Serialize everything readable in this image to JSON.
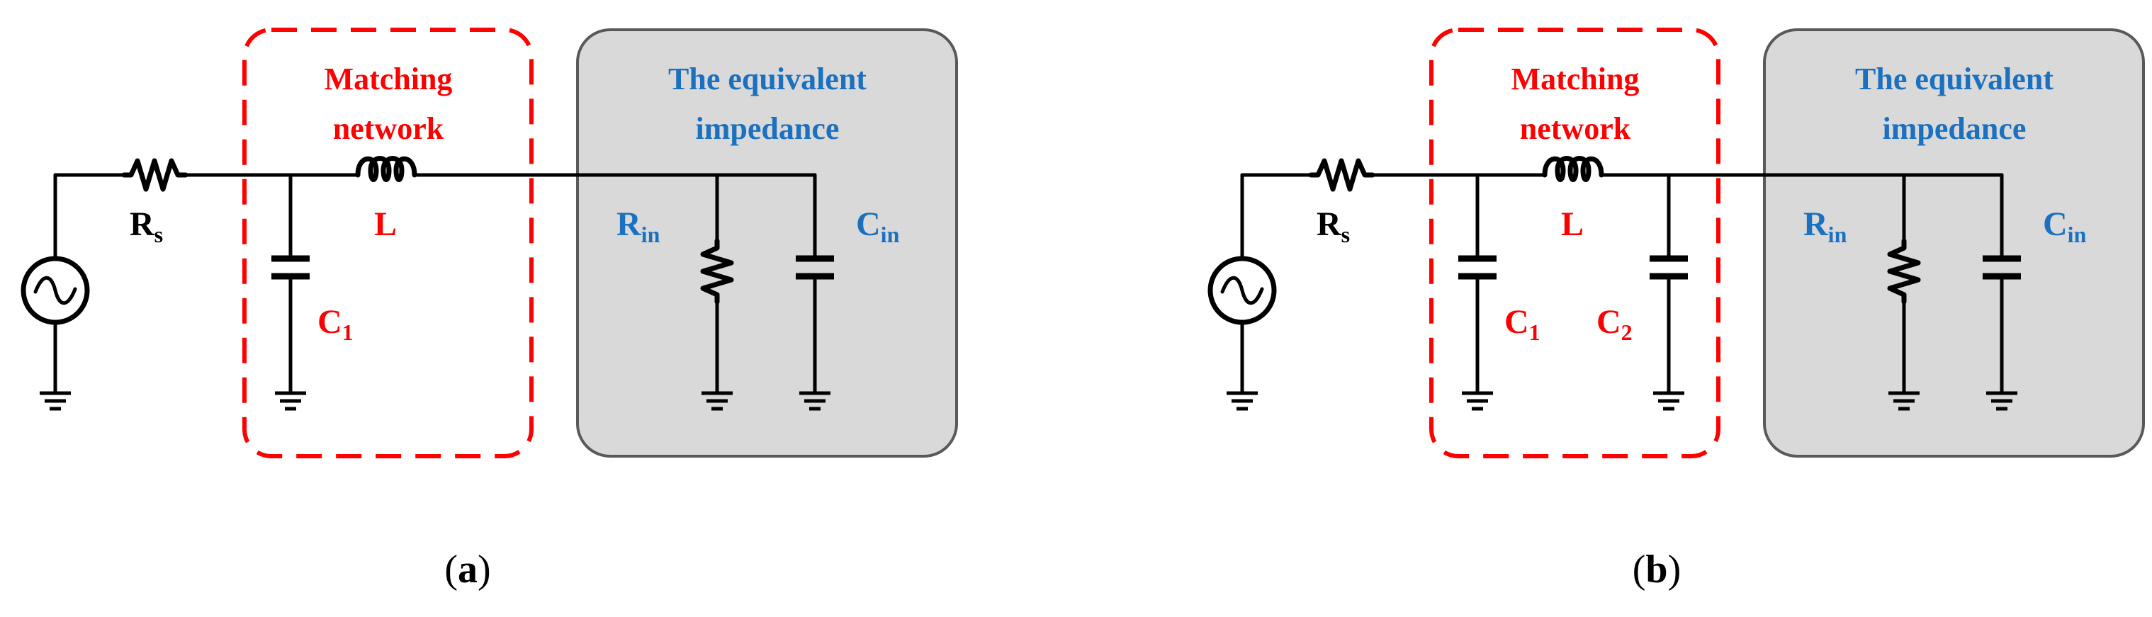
{
  "colors": {
    "matching": "#ff0000",
    "equivalent": "#1b70c0",
    "wire": "#000000",
    "equiv_fill": "#d9d9d9",
    "equiv_border": "#595959"
  },
  "panels": [
    {
      "caption_open": "(",
      "caption_letter": "a",
      "caption_close": ")",
      "matching_title_line1": "Matching",
      "matching_title_line2": "network",
      "equivalent_title_line1": "The equivalent",
      "equivalent_title_line2": "impedance",
      "rs": {
        "main": "R",
        "sub": "s"
      },
      "l": {
        "main": "L"
      },
      "c1": {
        "main": "C",
        "sub": "1"
      },
      "rin": {
        "main": "R",
        "sub": "in"
      },
      "cin": {
        "main": "C",
        "sub": "in"
      }
    },
    {
      "caption_open": "(",
      "caption_letter": "b",
      "caption_close": ")",
      "matching_title_line1": "Matching",
      "matching_title_line2": "network",
      "equivalent_title_line1": "The equivalent",
      "equivalent_title_line2": "impedance",
      "rs": {
        "main": "R",
        "sub": "s"
      },
      "l": {
        "main": "L"
      },
      "c1": {
        "main": "C",
        "sub": "1"
      },
      "c2": {
        "main": "C",
        "sub": "2"
      },
      "rin": {
        "main": "R",
        "sub": "in"
      },
      "cin": {
        "main": "C",
        "sub": "in"
      }
    }
  ]
}
